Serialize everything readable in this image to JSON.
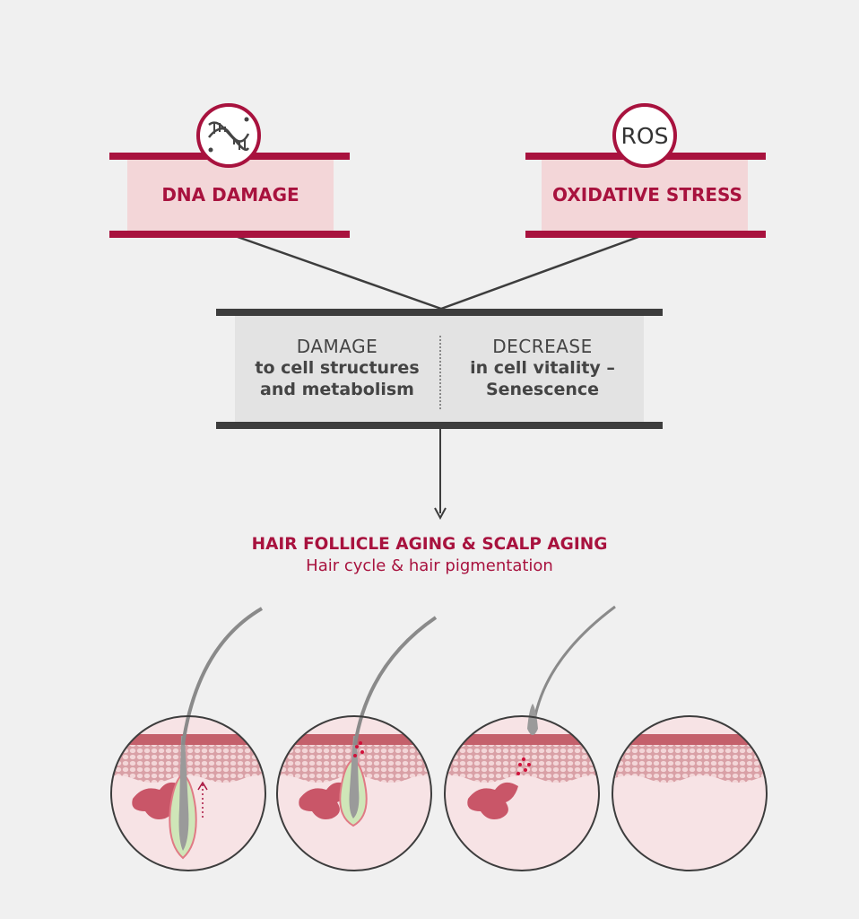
{
  "left_box": {
    "label": "DNA DAMAGE",
    "icon": "dna-icon"
  },
  "right_box": {
    "label": "OXIDATIVE STRESS",
    "icon_text": "ROS"
  },
  "middle": {
    "left_head": "DAMAGE",
    "left_sub1": "to cell structures",
    "left_sub2": "and metabolism",
    "right_head": "DECREASE",
    "right_sub1": "in cell vitality –",
    "right_sub2": "Senescence"
  },
  "outcome": {
    "title": "HAIR FOLLICLE AGING & SCALP AGING",
    "subtitle": "Hair cycle & hair pigmentation"
  },
  "colors": {
    "accent": "#a8123e",
    "pink": "#f3d6d8",
    "dark": "#3d3d3d",
    "grey": "#e3e3e3"
  },
  "stages": [
    "stage-1-healthy-follicle",
    "stage-2-damaged-follicle",
    "stage-3-shrinking-follicle",
    "stage-4-no-follicle"
  ]
}
